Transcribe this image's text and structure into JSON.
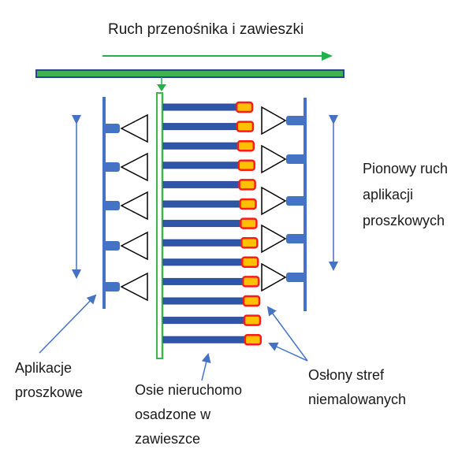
{
  "title": "Ruch przenośnika i zawieszki",
  "labels": {
    "vertical_motion": [
      "Pionowy ruch",
      "aplikacji",
      "proszkowych"
    ],
    "powder_applicators": [
      "Aplikacje",
      "proszkowe"
    ],
    "fixed_axes": [
      "Osie nieruchomo",
      "osadzone w",
      "zawieszce"
    ],
    "masking_covers": [
      "Osłony stref",
      "niemalowanych"
    ]
  },
  "colors": {
    "conveyor_fill": "#3db54a",
    "conveyor_border": "#2e3f9e",
    "rod": "#2f55a8",
    "cap_fill": "#ffc000",
    "cap_border": "#ff1a1a",
    "applicator": "#4472c4",
    "arrow": "#4472c4",
    "motion_arrow": "#21b04b",
    "nozzle_outline": "#000000"
  },
  "counts": {
    "rods": 13,
    "left_applicators": 5,
    "right_applicators": 5
  }
}
